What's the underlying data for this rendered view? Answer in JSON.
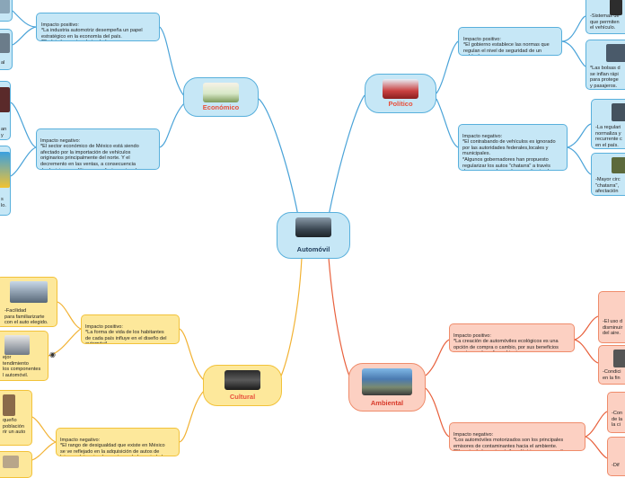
{
  "central": {
    "title": "Automóvil"
  },
  "colors": {
    "economic": "#4aa3d8",
    "political": "#4aa3d8",
    "cultural": "#f2b233",
    "environmental": "#e8603c"
  },
  "economic": {
    "title": "Económico",
    "positive": "Impacto positivo:\n*La industria automotriz desempeña un papel\nestratégico en la economía del país.\n*Redujo los costos de traslado.",
    "negative": "Impacto negativo:\n*El sector económico de México está siendo\nafectado por la importación de vehículos\noriginarios principalmente del norte. Y el\ndecremento en las ventas, a consecuencia\nde decisiones políticas que afectan este rubro.",
    "leaf_fragments": [
      "al",
      "an\ny",
      "s\nlo."
    ]
  },
  "political": {
    "title": "Político",
    "positive": "Impacto positivo:\n*El gobierno establece las normas que\nregulan el nivel de seguridad de un\nvehículo.",
    "negative": "Impacto negativo:\n*El contrabando de vehículos es ignorado\npor las autoridades federales,locales y\nmunicipales.\n*Algunos gobernadores han propuesto\nregularizar los autos \"chatarra\" a través\nde un engomado que les permita circular.",
    "leaf_fragments": [
      "-Sistemas de\nque permiten\nel vehículo.",
      "*Las bolsas d\nse inflan rápi\npara protege\ny pasajeros.",
      "-La regulari\nnormaliza y\nrecurrente c\nen el país.",
      "-Mayor circ\n\"chatarra\", \nafectación"
    ]
  },
  "cultural": {
    "title": "Cultural",
    "positive": "Impacto positivo:\n*La forma de vida de los habitantes\nde cada país influye en el diseño del\nautomóvil.",
    "negative": "Impacto negativo:\n*El rango de desigualdad que existe en México\nse ve reflejado en la adquisición de autos de\nlujo por determinados sectores de la sociedad.",
    "leaf_fragments": [
      "-Facilidad\npara familiarizarte\ncon el auto elegido.",
      "ejor\ntendimiento\nlos componentes\nl automóvil.",
      "queño\npoblación\nrir un auto"
    ]
  },
  "environmental": {
    "title": "Ambiental",
    "positive": "Impacto positivo:\n*La creación de automóviles ecológicos es una\nopción de compra o cambio, por sus beneficios\nque otorga al medio ambiente.",
    "negative": "Impacto negativo:\n*Los automóviles motorizados son los principales\nemisores de contaminantes hacia el ambiente.\n*El costo de los automóviles eléctricos es muy alto.",
    "leaf_fragments": [
      "-El uso d\ndisminuir\ndel aire.",
      "-Condici\nen la fin",
      "-Con\nde la\nla ci",
      "-Dif"
    ]
  }
}
